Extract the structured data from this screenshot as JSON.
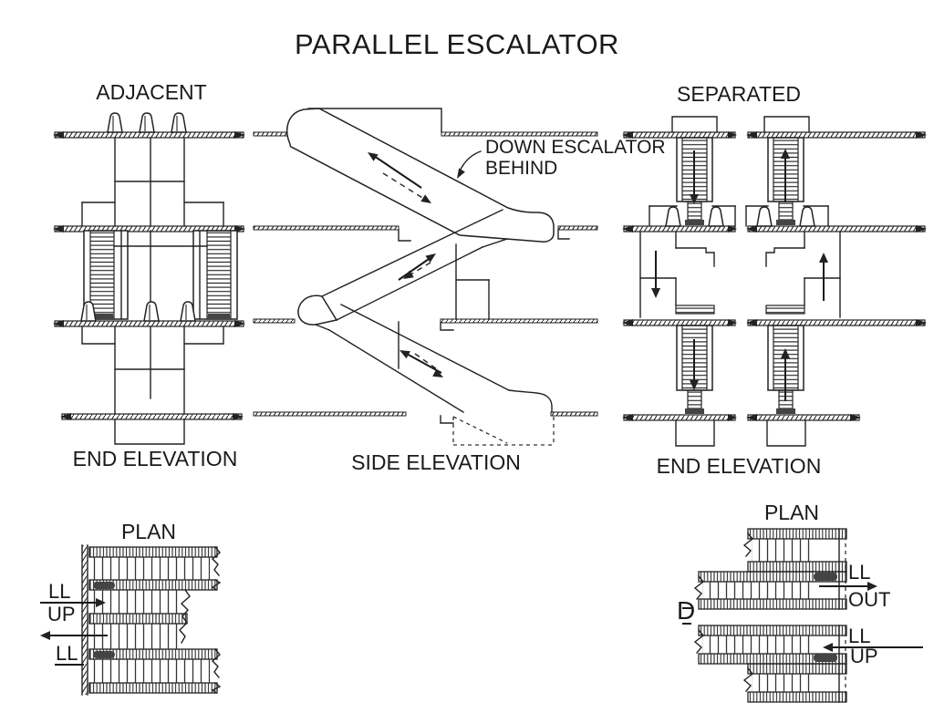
{
  "title": "PARALLEL ESCALATOR",
  "sections": {
    "adjacent": {
      "heading": "ADJACENT",
      "caption": "END ELEVATION"
    },
    "side_elevation": {
      "caption": "SIDE ELEVATION",
      "annotation": {
        "line1": "DOWN ESCALATOR",
        "line2": "BEHIND"
      }
    },
    "separated": {
      "heading": "SEPARATED",
      "caption": "END ELEVATION"
    }
  },
  "plan_left": {
    "heading": "PLAN",
    "label_ll_in": "LL",
    "label_up": "UP",
    "label_ll_out": "LL"
  },
  "plan_right": {
    "heading": "PLAN",
    "label_ll_out": "LL",
    "label_out": "OUT",
    "label_d": "D",
    "label_ll_up": "LL",
    "label_up": "UP"
  },
  "colors": {
    "ink": "#1a1a1a",
    "background": "#ffffff"
  }
}
